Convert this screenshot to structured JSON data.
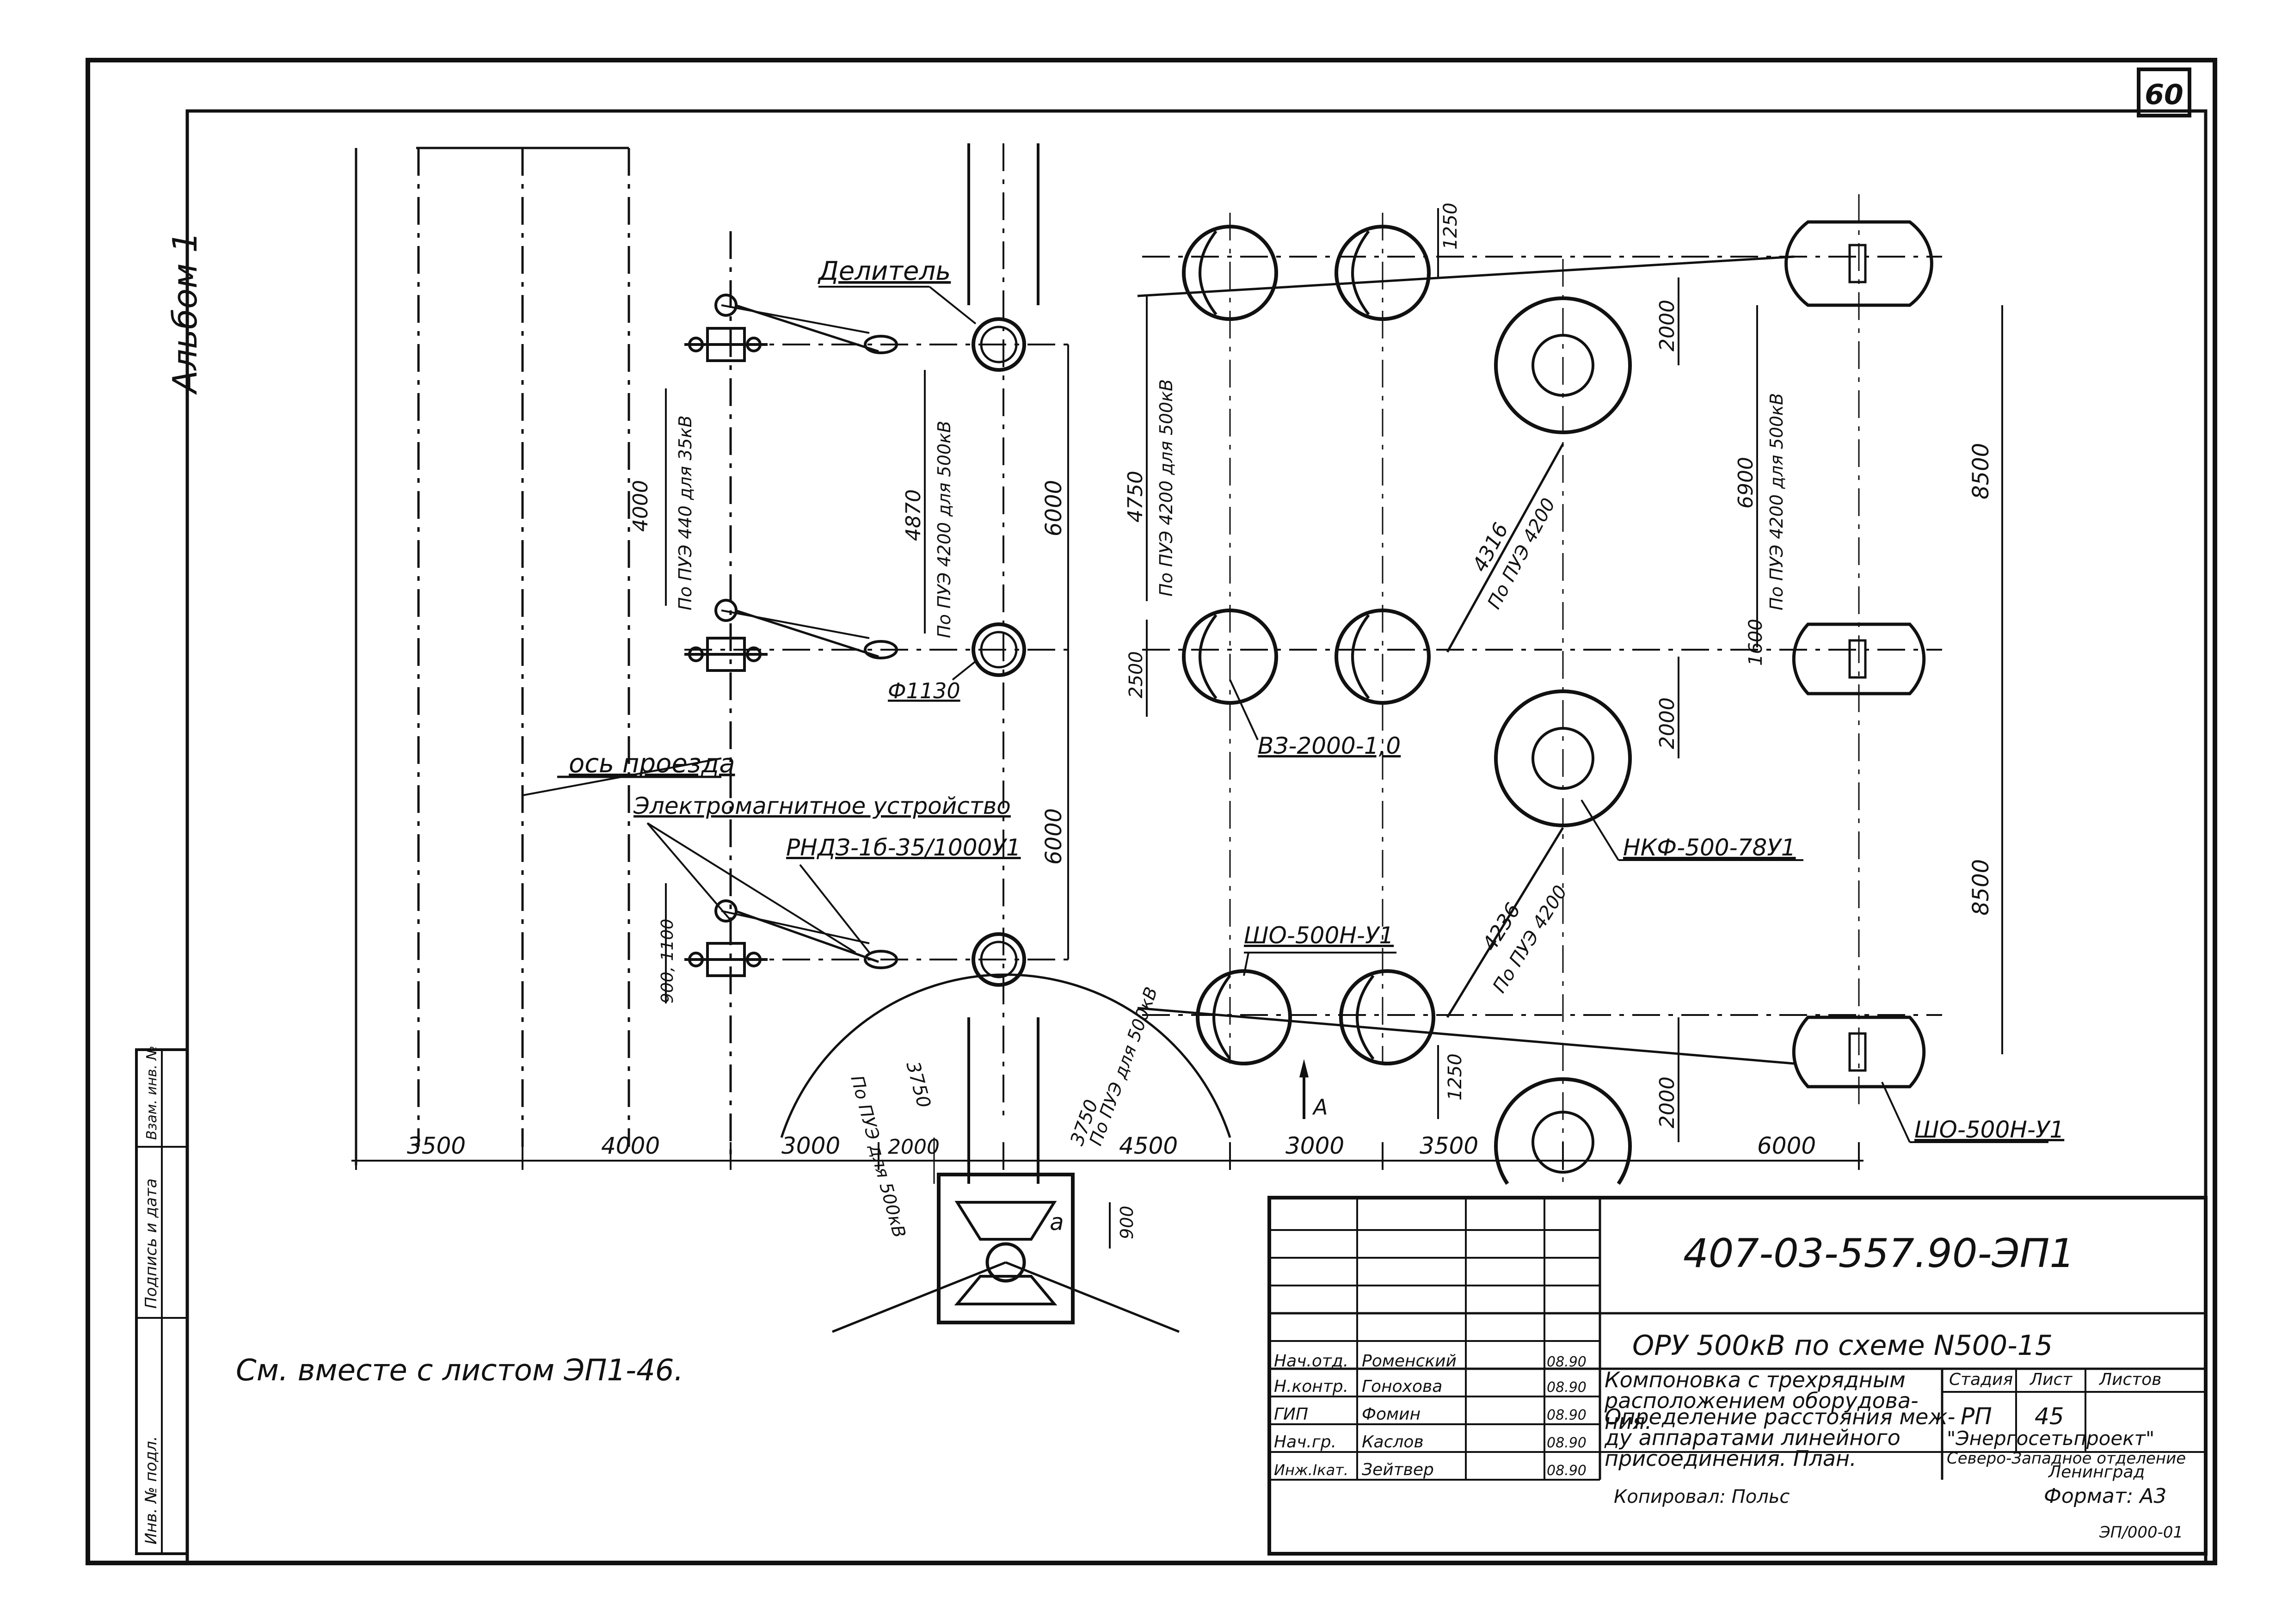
{
  "sheet": {
    "sheet_number": "60",
    "album": "Альбом 1",
    "see_also": "См. вместе с листом ЭП1-46.",
    "copied_by": "Копировал: Польс",
    "format": "Формат: А3",
    "stamp": "407-03-557.90-ЭП1",
    "faint_code": "ЭП/000-01"
  },
  "side_stamp": [
    "Инв. № подл.",
    "Подпись и дата",
    "Взам. инв. №"
  ],
  "labels": {
    "divider": "Делитель",
    "drive_axis": "ось проезда",
    "em_device": "Электромагнитное устройство",
    "rnd": "РНДЗ-1б-35/1000У1",
    "phi": "Ф1130",
    "breaker": "ВЗ-2000-1,0",
    "nkf": "НКФ-500-78У1",
    "sho1": "ШО-500Н-У1",
    "sho2": "ШО-500Н-У1",
    "arrow_a": "А",
    "point_a": "а"
  },
  "dims": {
    "d3500": "3500",
    "d4000": "4000",
    "d3000a": "3000",
    "d2000a": "2000",
    "d4500": "4500",
    "d3000b": "3000",
    "d3500b": "3500",
    "d6000b": "6000",
    "d6000v1": "6000",
    "d6000v2": "6000",
    "d4000v": "4000",
    "d440": "По ПУЭ 440 для 35кВ",
    "d4870": "4870",
    "d4200a": "По ПУЭ 4200 для 500кВ",
    "d4750": "4750",
    "d4200b": "По ПУЭ 4200 для 500кВ",
    "d6900": "6900",
    "d4200c": "По ПУЭ 4200 для 500кВ",
    "d8500a": "8500",
    "d8500b": "8500",
    "d2000v1": "2000",
    "d2000v2": "2000",
    "d2000v3": "2000",
    "d1250a": "1250",
    "d1250b": "1250",
    "d1600": "1600",
    "d2500": "2500",
    "d4316": "4316",
    "d4200d": "По ПУЭ 4200",
    "d4236": "4236",
    "d4200e": "По ПУЭ 4200",
    "d900_1100": "900, 1100",
    "d900": "900",
    "arc_left": "По ПУЭ для 500кВ",
    "arc_left_val": "3750",
    "arc_right": "По ПУЭ для 500кВ",
    "arc_right_val": "3750"
  },
  "title_block": {
    "title": "ОРУ 500кВ по схеме N500-15",
    "desc1": [
      "Компоновка с трехрядным",
      "расположением оборудова-",
      "ния."
    ],
    "desc2": [
      "Определение расстояния меж-",
      "ду аппаратами линейного",
      "присоединения. План."
    ],
    "org": [
      "\"Энергосетьпроект\"",
      "Северо-Западное отделение",
      "Ленинград"
    ],
    "stage_head": "Стадия",
    "sheet_head": "Лист",
    "sheets_head": "Листов",
    "stage": "РП",
    "sheet": "45",
    "sheets": "",
    "roles": [
      {
        "role": "Нач.отд.",
        "name": "Роменский",
        "date": "08.90"
      },
      {
        "role": "Н.контр.",
        "name": "Гонохова",
        "date": "08.90"
      },
      {
        "role": "ГИП",
        "name": "Фомин",
        "date": "08.90"
      },
      {
        "role": "Нач.гр.",
        "name": "Каслов",
        "date": "08.90"
      },
      {
        "role": "Инж.Iкат.",
        "name": "Зейтвер",
        "date": "08.90"
      }
    ]
  }
}
